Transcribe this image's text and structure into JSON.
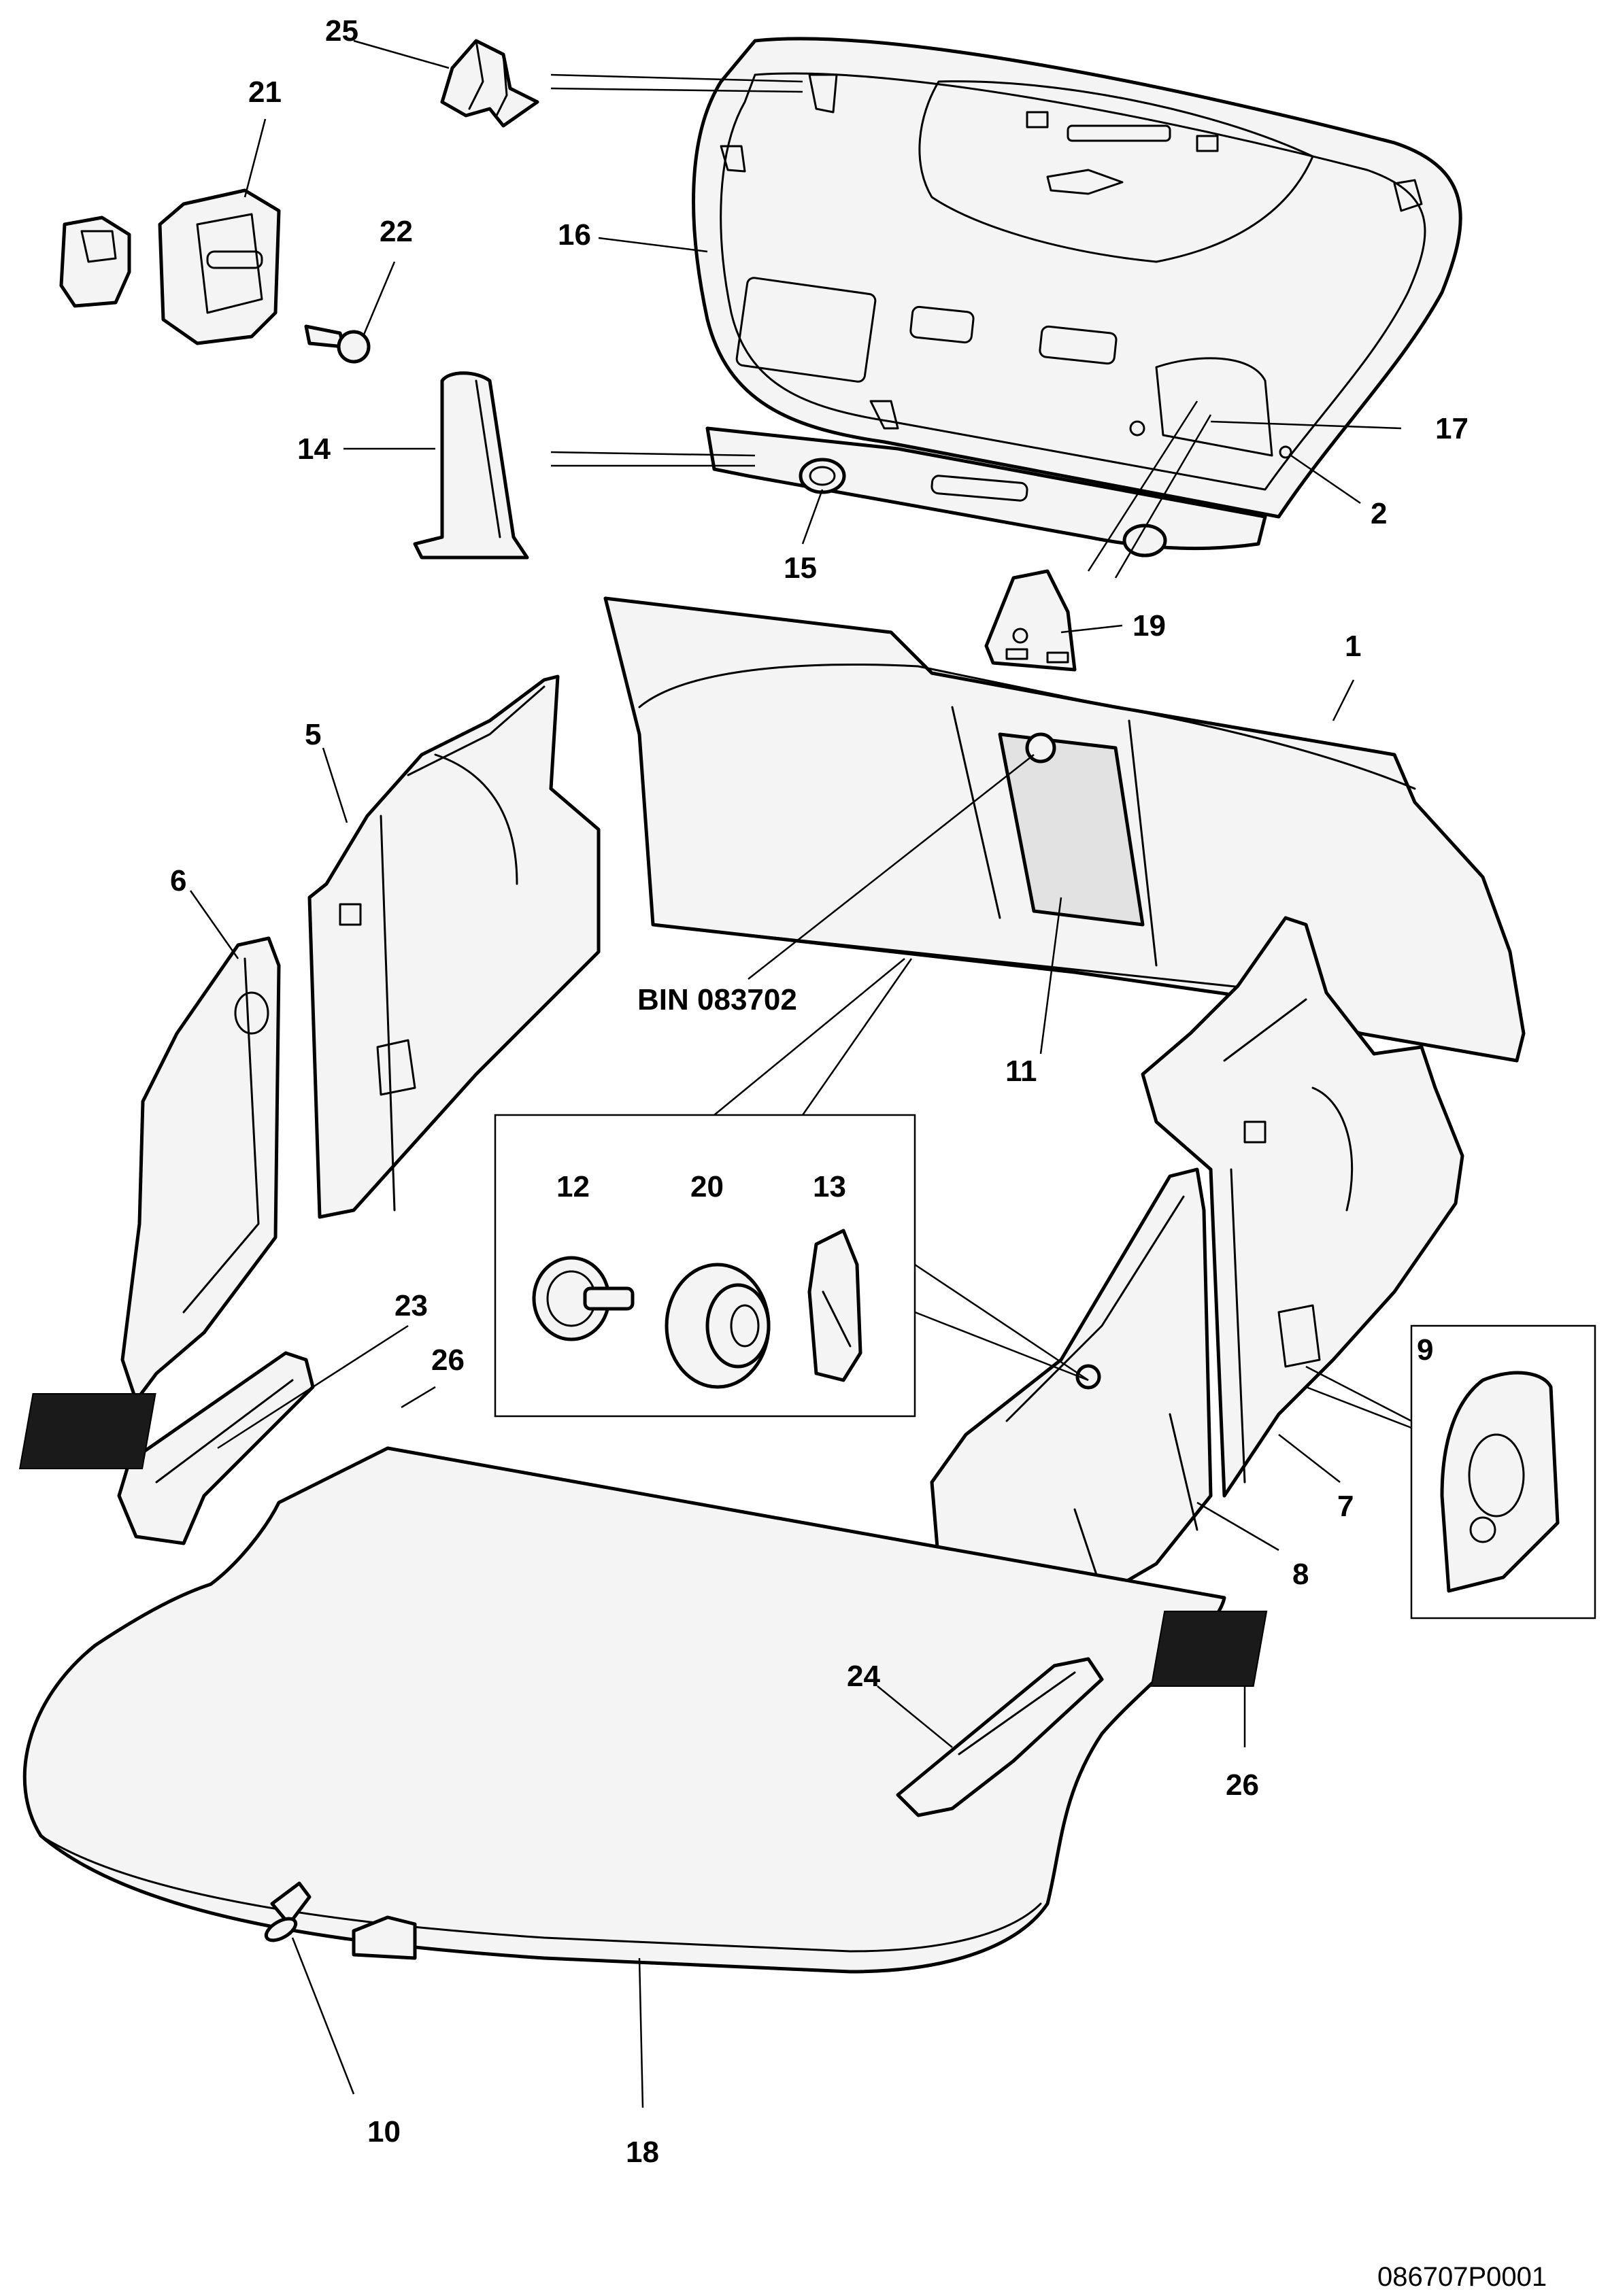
{
  "diagram": {
    "labels": {
      "p1": "1",
      "p2": "2",
      "p5": "5",
      "p6": "6",
      "p7": "7",
      "p8": "8",
      "p9": "9",
      "p10": "10",
      "p11": "11",
      "p12": "12",
      "p13": "13",
      "p14": "14",
      "p15": "15",
      "p16": "16",
      "p17": "17",
      "p18": "18",
      "p19": "19",
      "p20": "20",
      "p21": "21",
      "p22": "22",
      "p23": "23",
      "p24": "24",
      "p25": "25",
      "p26a": "26",
      "p26b": "26"
    },
    "bin_label": "BIN 083702",
    "reference_code": "086707P0001"
  }
}
